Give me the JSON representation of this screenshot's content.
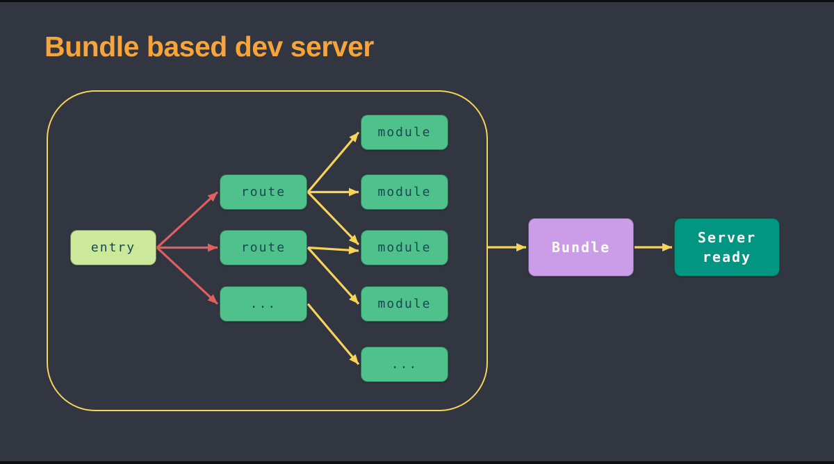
{
  "title": "Bundle based dev server",
  "colors": {
    "bg": "#313641",
    "letterbox": "#0d0e11",
    "title_orange": "#f6a43b",
    "frame_yellow": "#f8d35a",
    "arrow_yellow": "#f8d35a",
    "arrow_red": "#e05f5f",
    "node_green": "#4ec28a",
    "node_entry_green": "#cbe89b",
    "node_purple": "#cb9de8",
    "node_teal": "#009682",
    "node_text_dark": "#1b4653",
    "node_text_light": "#ffffff"
  },
  "nodes": {
    "entry": {
      "label": "entry"
    },
    "route1": {
      "label": "route"
    },
    "route2": {
      "label": "route"
    },
    "route3": {
      "label": "..."
    },
    "mod1": {
      "label": "module"
    },
    "mod2": {
      "label": "module"
    },
    "mod3": {
      "label": "module"
    },
    "mod4": {
      "label": "module"
    },
    "mod5": {
      "label": "..."
    },
    "bundle": {
      "label": "Bundle"
    },
    "server": {
      "label": "Server ready"
    }
  },
  "edges": [
    {
      "from": "entry",
      "to": "route1",
      "color": "red"
    },
    {
      "from": "entry",
      "to": "route2",
      "color": "red"
    },
    {
      "from": "entry",
      "to": "route3",
      "color": "red"
    },
    {
      "from": "route1",
      "to": "mod1",
      "color": "yellow"
    },
    {
      "from": "route1",
      "to": "mod2",
      "color": "yellow"
    },
    {
      "from": "route1",
      "to": "mod3",
      "color": "yellow"
    },
    {
      "from": "route2",
      "to": "mod3",
      "color": "yellow"
    },
    {
      "from": "route2",
      "to": "mod4",
      "color": "yellow"
    },
    {
      "from": "route3",
      "to": "mod5",
      "color": "yellow"
    },
    {
      "from": "frame",
      "to": "bundle",
      "color": "yellow"
    },
    {
      "from": "bundle",
      "to": "server",
      "color": "yellow"
    }
  ]
}
